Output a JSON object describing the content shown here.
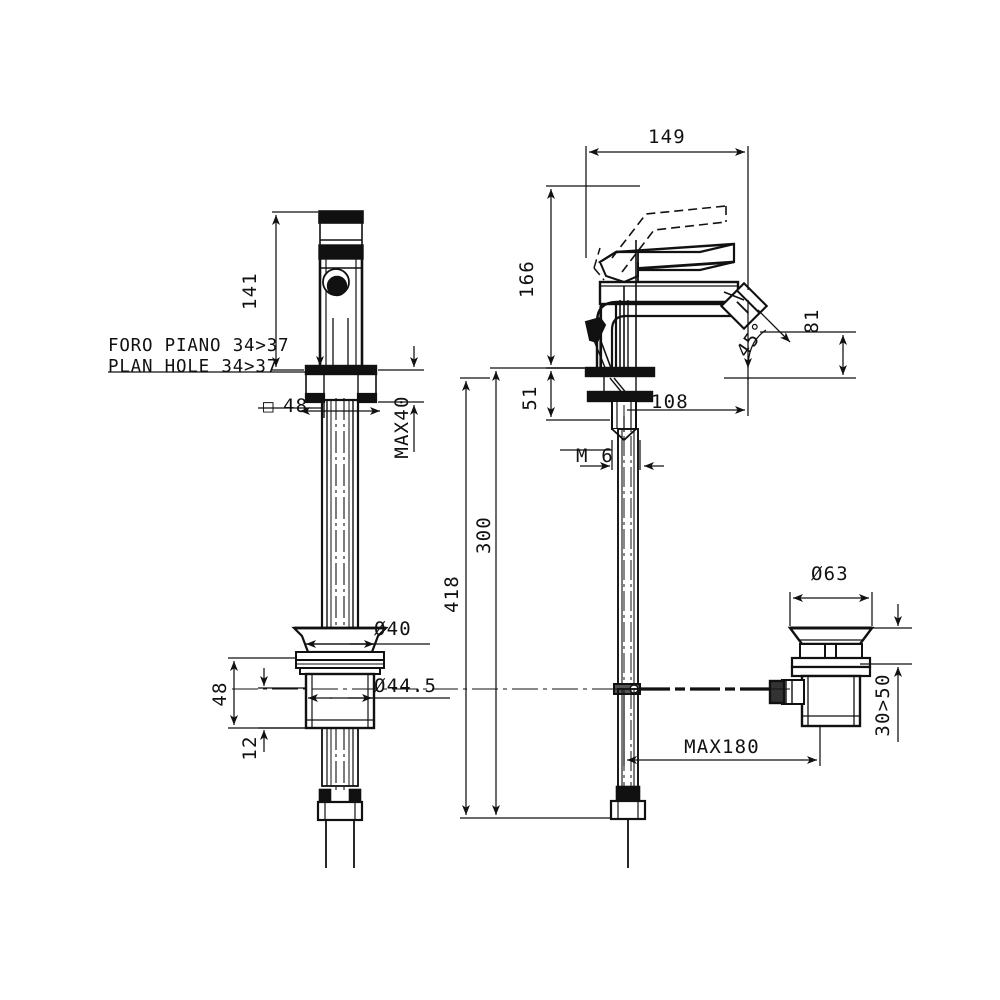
{
  "sheet": {
    "title": "Bidet / basin mixer tap dimensional drawing",
    "background_color": "#ffffff",
    "line_color": "#111111",
    "units": "mm"
  },
  "notes": {
    "plan_hole_it": "FORO PIANO 34>37",
    "plan_hole_en": "PLAN HOLE 34>37"
  },
  "left_view": {
    "name": "side-view",
    "dimensions": {
      "body_height": "141",
      "square_48": "48",
      "max_thickness": "MAX40",
      "shank_48": "48",
      "thread_12": "12",
      "dia_40": "Ø40",
      "dia_44_5": "Ø44.5"
    },
    "square_symbol": "□"
  },
  "right_view": {
    "name": "front-view",
    "dimensions": {
      "spout_reach": "149",
      "spout_height": "166",
      "aerator_height": "81",
      "aerator_angle": "45°",
      "body_base": "108",
      "base_height": "51",
      "thread": "M 6",
      "hose_300": "300",
      "total_418": "418"
    }
  },
  "waste_view": {
    "name": "pop-up-waste",
    "dimensions": {
      "flange_dia": "Ø63",
      "thickness_range": "30>50",
      "rod_max": "MAX180"
    }
  }
}
